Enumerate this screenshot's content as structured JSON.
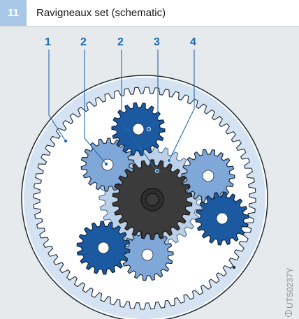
{
  "figure": {
    "number": "11",
    "title": "Ravigneaux set (schematic)",
    "image_code": "UTS0237Y"
  },
  "callouts": [
    "1",
    "2",
    "2",
    "3",
    "4"
  ],
  "colors": {
    "ring": "#d4e2f2",
    "small_planet": "#7fa8d8",
    "large_planet": "#1b5aa0",
    "sun_large": "#3b3b3b",
    "sun_small": "#bcd0e8",
    "callout": "#1b6ab3"
  }
}
